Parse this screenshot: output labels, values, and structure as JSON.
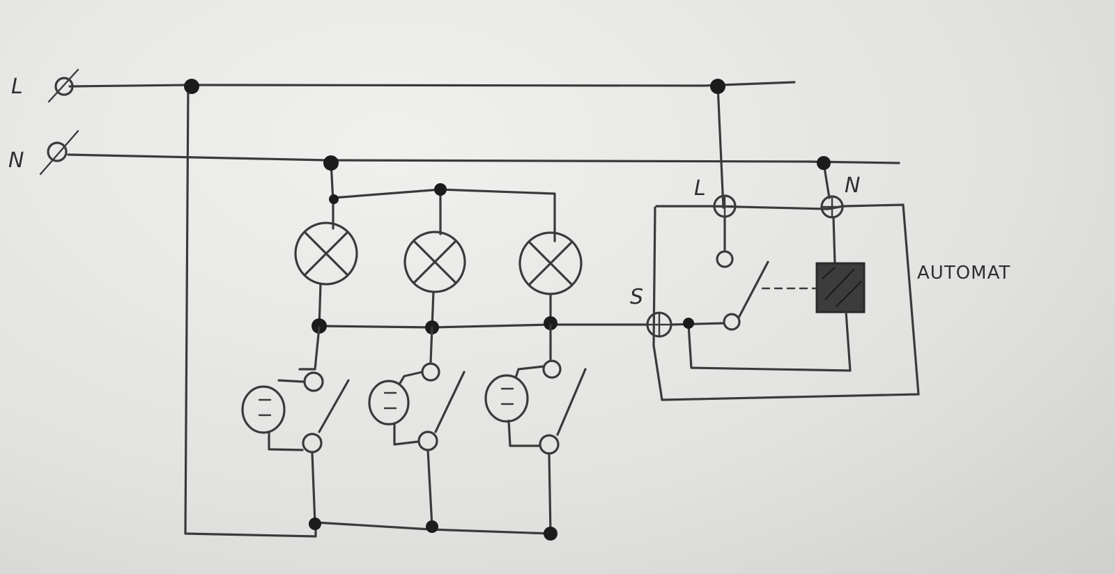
{
  "diagram": {
    "labels": {
      "terminal_l": "L",
      "terminal_n": "N",
      "automat_l": "L",
      "automat_n": "N",
      "automat_s": "S",
      "automat_name": "AUTOMAT"
    },
    "colors": {
      "ink": "#3a3a3a",
      "paper": "#e6e6e4",
      "relay_coil": "#3c3c3c"
    },
    "components": {
      "lamps": 3,
      "pushbuttons": 3,
      "automat_relay": 1
    }
  }
}
